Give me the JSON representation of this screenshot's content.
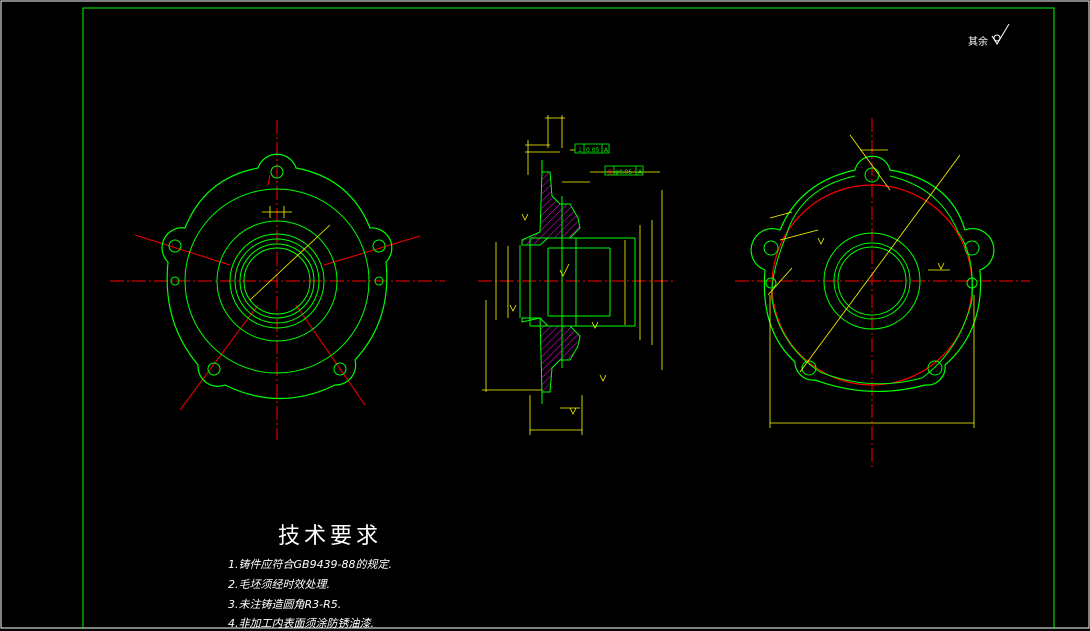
{
  "drawing": {
    "rest_label": "其余",
    "gdt": [
      {
        "symbol": "⊥",
        "value": "0.05",
        "datum": "A"
      },
      {
        "symbol": "◎",
        "value": "φ0.05",
        "datum": "A"
      }
    ],
    "tech_requirements": {
      "title": "技术要求",
      "items": [
        "1.铸件应符合GB9439-88的规定.",
        "2.毛坯须经时效处理.",
        "3.未注铸造圆角R3-R5.",
        "4.非加工内表面须涂防锈油漆."
      ]
    },
    "colors": {
      "background": "#000000",
      "outline": "#00ff00",
      "centerline": "#ff0000",
      "dimension": "#ffff00",
      "hatch": "#ff00ff",
      "annotation": "#00ffff",
      "border": "#00ff00",
      "text": "#ffffff"
    }
  }
}
